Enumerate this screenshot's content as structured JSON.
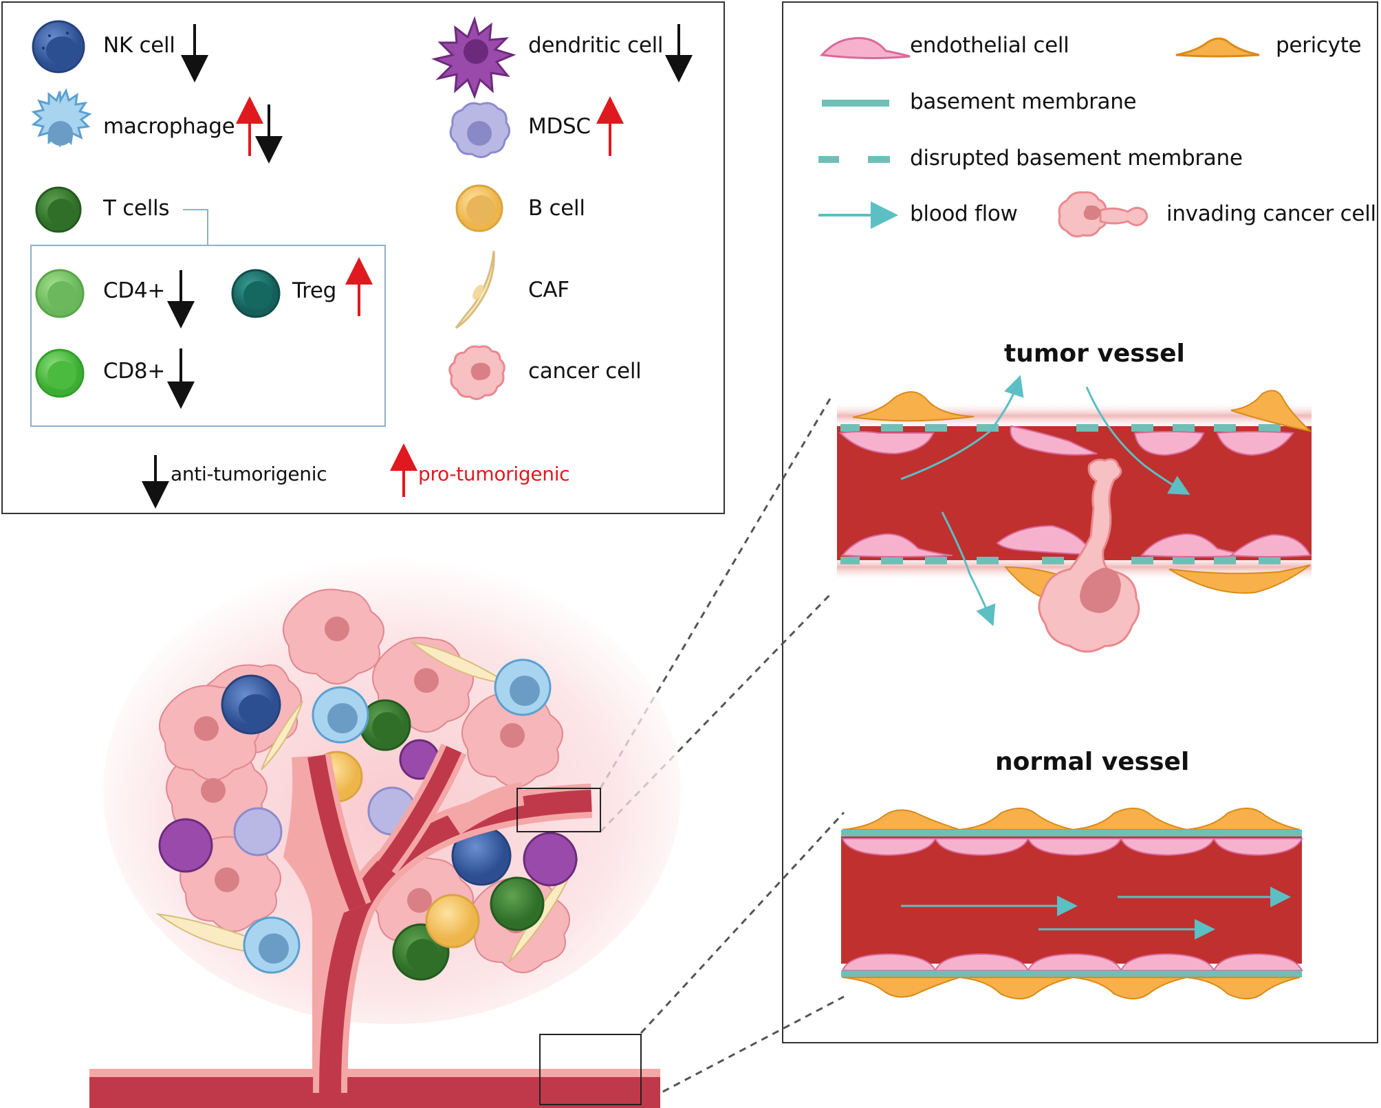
{
  "legend_immune": {
    "nk_cell": "NK cell",
    "macrophage": "macrophage",
    "t_cells": "T cells",
    "cd4": "CD4+",
    "treg": "Treg",
    "cd8": "CD8+",
    "dendritic_cell": "dendritic cell",
    "mdsc": "MDSC",
    "b_cell": "B cell",
    "caf": "CAF",
    "cancer_cell": "cancer cell",
    "anti_tumorigenic": "anti-tumorigenic",
    "pro_tumorigenic": "pro-tumorigenic"
  },
  "legend_vessel": {
    "endothelial_cell": "endothelial cell",
    "pericyte": "pericyte",
    "basement_membrane": "basement membrane",
    "disrupted_basement_membrane": "disrupted basement membrane",
    "blood_flow": "blood flow",
    "invading_cancer_cell": "invading cancer cell"
  },
  "panels": {
    "tumor_vessel": "tumor vessel",
    "normal_vessel": "normal vessel"
  },
  "colors": {
    "anti_arrow": "#111111",
    "pro_arrow": "#e0191e",
    "blood": "#c0302e",
    "endothelial": "#f4a3c4",
    "pericyte": "#f5a63a",
    "membrane": "#6fbfb6",
    "flow": "#5bbfc4",
    "nk": "#3a62a8",
    "macrophage": "#8fc4e8",
    "tcell": "#3f8a36",
    "cd4": "#7ccb6a",
    "treg": "#1a7a72",
    "cd8": "#55c24a",
    "dendritic": "#8b3c9a",
    "mdsc": "#a9a8dc",
    "bcell": "#f2c25c",
    "caf": "#fbebc2",
    "cancer": "#f5b4b8"
  }
}
